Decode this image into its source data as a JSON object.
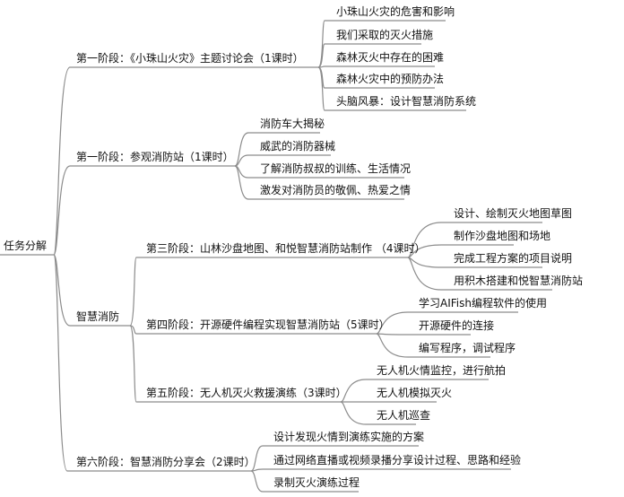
{
  "root": "任务分解",
  "branches": [
    {
      "label": "第一阶段：《小珠山火灾》主题讨论会（1课时）",
      "children": [
        "小珠山火灾的危害和影响",
        "我们采取的灭火措施",
        "森林灭火中存在的困难",
        "森林火灾中的预防办法",
        "头脑风暴：设计智慧消防系统"
      ]
    },
    {
      "label": "第一阶段：参观消防站（1课时）",
      "children": [
        "消防车大揭秘",
        "威武的消防器械",
        "了解消防叔叔的训练、生活情况",
        "激发对消防员的敬佩、热爱之情"
      ]
    },
    {
      "label": "智慧消防",
      "subs": [
        {
          "label": "第三阶段：山林沙盘地图、和悦智慧消防站制作 （4课时）",
          "children": [
            "设计、绘制灭火地图草图",
            "制作沙盘地图和场地",
            "完成工程方案的项目说明",
            "用积木搭建和悦智慧消防站"
          ]
        },
        {
          "label": "第四阶段：开源硬件编程实现智慧消防站（5课时）",
          "children": [
            "学习AIFish编程软件的使用",
            "开源硬件的连接",
            "编写程序，调试程序"
          ]
        },
        {
          "label": "第五阶段：无人机灭火救援演练（3课时）",
          "children": [
            "无人机火情监控，进行航拍",
            "无人机模拟灭火",
            "无人机巡查"
          ]
        }
      ]
    },
    {
      "label": "第六阶段：智慧消防分享会（2课时）",
      "children": [
        "设计发现火情到演练实施的方案",
        "通过网络直播或视频录播分享设计过程、思路和经验",
        "录制灭火演练过程"
      ]
    }
  ]
}
